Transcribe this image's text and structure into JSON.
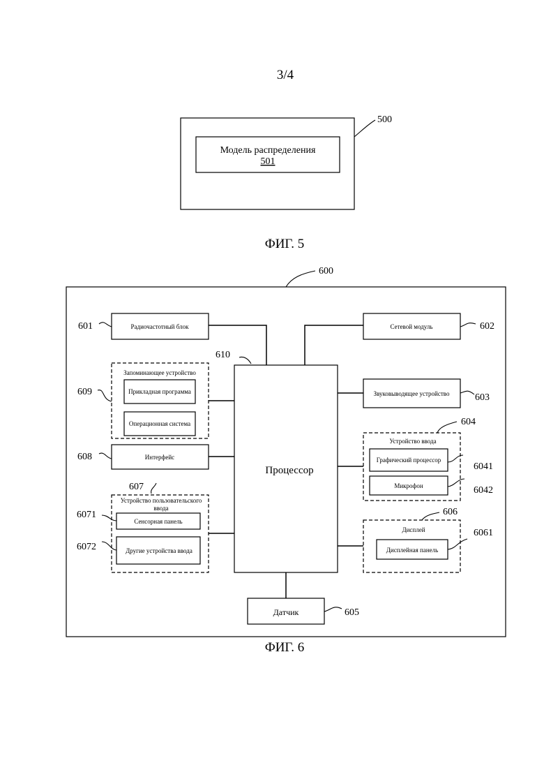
{
  "page_number": "3/4",
  "fig5": {
    "caption": "ФИГ. 5",
    "outer_ref": "500",
    "inner_label": "Модель распределения",
    "inner_ref": "501"
  },
  "fig6": {
    "caption": "ФИГ. 6",
    "outer_ref": "600",
    "processor": {
      "label": "Процессор",
      "ref": "610"
    },
    "rf_unit": {
      "label": "Радиочастотный блок",
      "ref": "601"
    },
    "network_module": {
      "label": "Сетевой модуль",
      "ref": "602"
    },
    "audio_output": {
      "label": "Звуковыводящее устройство",
      "ref": "603"
    },
    "input_device": {
      "label": "Устройство ввода",
      "ref": "604",
      "gpu": {
        "label": "Графический процессор",
        "ref": "6041"
      },
      "microphone": {
        "label": "Микрофон",
        "ref": "6042"
      }
    },
    "sensor": {
      "label": "Датчик",
      "ref": "605"
    },
    "display": {
      "label": "Дисплей",
      "ref": "606",
      "panel": {
        "label": "Дисплейная панель",
        "ref": "6061"
      }
    },
    "user_input": {
      "label_line1": "Устройство пользовательского",
      "label_line2": "ввода",
      "ref": "607",
      "touch_panel": {
        "label": "Сенсорная панель",
        "ref": "6071"
      },
      "other_inputs": {
        "label": "Другие устройства ввода",
        "ref": "6072"
      }
    },
    "interface": {
      "label": "Интерфейс",
      "ref": "608"
    },
    "memory": {
      "label": "Запоминающее устройство",
      "ref": "609",
      "application": {
        "label": "Прикладная программа"
      },
      "os": {
        "label": "Операционная система"
      }
    }
  }
}
